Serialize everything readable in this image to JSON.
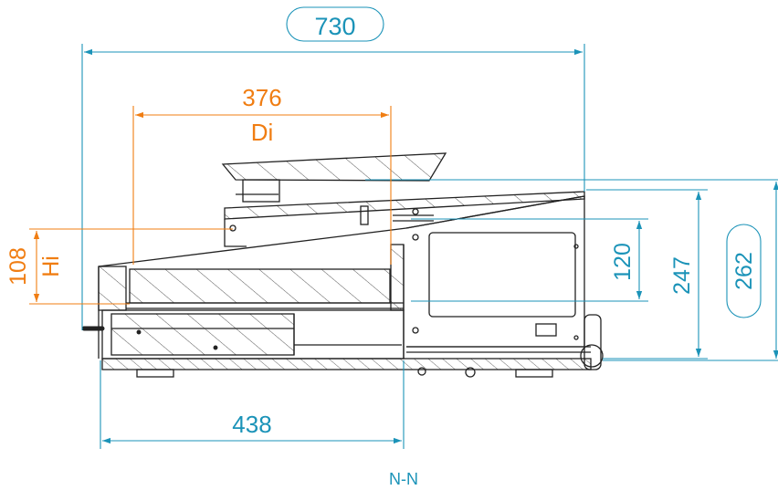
{
  "colors": {
    "dimension_outer": "#1b93b8",
    "dimension_inner": "#f07d12",
    "outline": "#222222",
    "hatch": "#333333",
    "background": "#ffffff"
  },
  "dimensions": {
    "overall_length": "730",
    "inner_depth_value": "376",
    "inner_depth_symbol": "Di",
    "inner_height_value": "108",
    "inner_height_symbol": "Hi",
    "base_length": "438",
    "side_height_small": "120",
    "side_height_mid": "247",
    "overall_height": "262"
  },
  "section_label": "N-N"
}
